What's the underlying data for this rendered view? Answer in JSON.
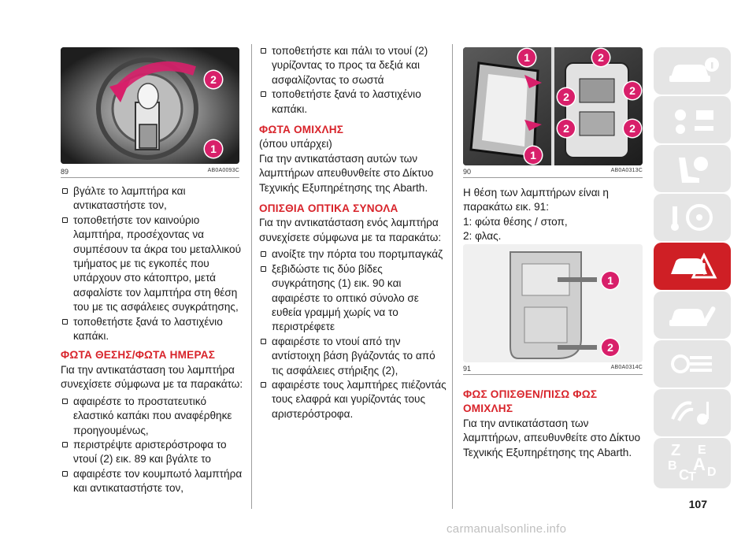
{
  "figures": {
    "fig89": {
      "number": "89",
      "code": "AB0A0093C",
      "callouts": [
        "2",
        "1"
      ]
    },
    "fig90": {
      "number": "90",
      "code": "AB0A0313C",
      "callouts": [
        "1",
        "2",
        "2",
        "2",
        "2",
        "2",
        "1"
      ]
    },
    "fig91": {
      "number": "91",
      "code": "AB0A0314C",
      "callouts": [
        "1",
        "2"
      ]
    }
  },
  "col1": {
    "bullets_a": [
      "βγάλτε το λαμπτήρα και αντικαταστήστε τον,",
      "τοποθετήστε τον καινούριο λαμπτήρα, προσέχοντας να συμπέσουν τα άκρα του μεταλλικού τμήματος με τις εγκοπές που υπάρχουν στο κάτοπτρο, μετά ασφαλίστε τον λαμπτήρα στη θέση του με τις ασφάλειες συγκράτησης,",
      "τοποθετήστε ξανά το λαστιχένιο καπάκι."
    ],
    "heading": "ΦΩΤΑ ΘΕΣΗΣ/ΦΩΤΑ ΗΜΕΡΑΣ",
    "intro": "Για την αντικατάσταση του λαμπτήρα συνεχίσετε σύμφωνα με τα παρακάτω:",
    "bullets_b": [
      "αφαιρέστε το προστατευτικό ελαστικό καπάκι που αναφέρθηκε προηγουμένως,",
      "περιστρέψτε αριστερόστροφα το ντουί (2) εικ. 89 και βγάλτε το",
      "αφαιρέστε τον κουμπωτό λαμπτήρα και αντικαταστήστε τον,"
    ]
  },
  "col2": {
    "bullets_a": [
      "τοποθετήστε και πάλι το ντουί (2) γυρίζοντας το προς τα δεξιά και ασφαλίζοντας το σωστά",
      "τοποθετήστε ξανά το λαστιχένιο καπάκι."
    ],
    "heading1": "ΦΩΤΑ ΟΜΙΧΛΗΣ",
    "sub1": "(όπου υπάρχει)",
    "text1": "Για την αντικατάσταση αυτών των λαμπτήρων απευθυνθείτε στο Δίκτυο Τεχνικής Εξυπηρέτησης της Abarth.",
    "heading2": "ΟΠΙΣΘΙΑ ΟΠΤΙΚΑ ΣΥΝΟΛΑ",
    "intro2": "Για την αντικατάσταση ενός λαμπτήρα συνεχίσετε σύμφωνα με τα παρακάτω:",
    "bullets_b": [
      "ανοίξτε την πόρτα του πορτμπαγκάζ",
      "ξεβιδώστε τις δύο βίδες συγκράτησης (1) εικ. 90 και αφαιρέστε το οπτικό σύνολο σε ευθεία γραμμή χωρίς να το περιστρέφετε",
      "αφαιρέστε το ντουί από την αντίστοιχη βάση βγάζοντάς το από τις ασφάλειες στήριξης (2),",
      "αφαιρέστε τους λαμπτήρες πιέζοντάς τους ελαφρά και γυρίζοντάς τους αριστερόστροφα."
    ]
  },
  "col3": {
    "text_a": "Η θέση των λαμπτήρων είναι η παρακάτω εικ. 91:",
    "item1": "1: φώτα θέσης / στοπ,",
    "item2": "2: φλας.",
    "heading": "ΦΩΣ ΟΠΙΣΘΕΝ/ΠΙΣΩ ΦΩΣ ΟΜΙΧΛΗΣ",
    "text_b": "Για την αντικατάσταση των λαμπτήρων, απευθυνθείτε στο Δίκτυο Τεχνικής Εξυπηρέτησης της Abarth."
  },
  "sidebar": {
    "tabs": [
      {
        "icon": "car-info-icon",
        "active": false
      },
      {
        "icon": "warning-lights-icon",
        "active": false
      },
      {
        "icon": "seat-airbag-icon",
        "active": false
      },
      {
        "icon": "key-steering-wheel-icon",
        "active": false
      },
      {
        "icon": "car-emergency-icon",
        "active": true
      },
      {
        "icon": "maintenance-car-icon",
        "active": false
      },
      {
        "icon": "technical-data-icon",
        "active": false
      },
      {
        "icon": "multimedia-icon",
        "active": false
      },
      {
        "icon": "alphabetical-index-icon",
        "active": false
      }
    ],
    "index_letters": [
      "Z",
      "E",
      "A",
      "B",
      "C",
      "T",
      "D"
    ],
    "colors": {
      "tab": "#e5e5e5",
      "active_tab": "#cf1f25",
      "icon": "#ffffff"
    }
  },
  "page_number": "107",
  "watermark": "carmanualsonline.info",
  "colors": {
    "heading": "#d8232a",
    "callout": "#d81f6a"
  }
}
